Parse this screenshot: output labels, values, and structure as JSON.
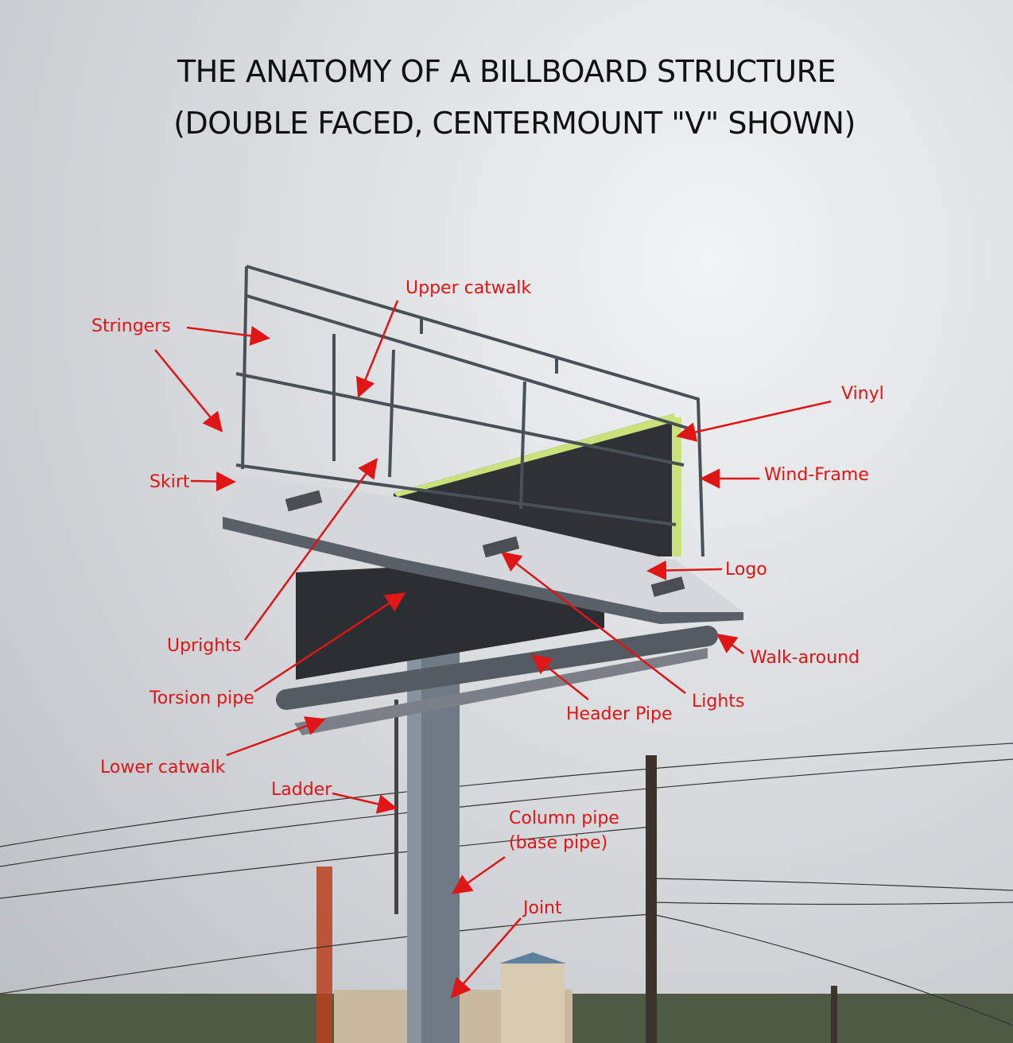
{
  "title": {
    "line1": "THE ANATOMY OF A BILLBOARD STRUCTURE",
    "line2": "(DOUBLE FACED, CENTERMOUNT \"V\" SHOWN)"
  },
  "labels": {
    "upper_catwalk": "Upper catwalk",
    "stringers": "Stringers",
    "vinyl": "Vinyl",
    "wind_frame": "Wind-Frame",
    "skirt": "Skirt",
    "logo": "Logo",
    "uprights": "Uprights",
    "walk_around": "Walk-around",
    "torsion_pipe": "Torsion pipe",
    "header_pipe": "Header Pipe",
    "lights": "Lights",
    "lower_catwalk": "Lower catwalk",
    "ladder": "Ladder",
    "column_pipe": "Column pipe",
    "base_pipe": "(base pipe)",
    "joint": "Joint"
  },
  "colors": {
    "label": "#e01515",
    "arrow": "#e01515"
  }
}
